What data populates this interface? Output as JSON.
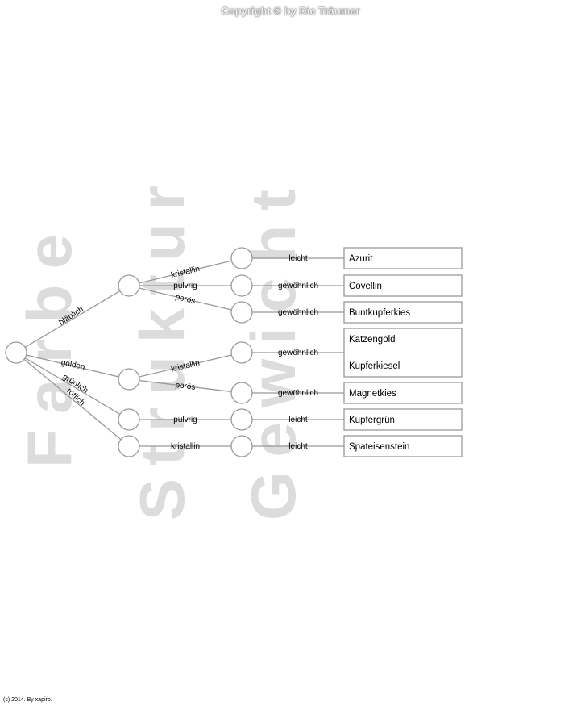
{
  "copyright": "Copyright © by Die Träumer",
  "footer": "(c) 2014. By xapiro.",
  "watermarks": [
    "Farbe",
    "Struktur",
    "Gewicht"
  ],
  "level1_edges": [
    "bläulich",
    "golden",
    "grünlich",
    "rötlich"
  ],
  "level2_edges": [
    "kristallin",
    "pulvrig",
    "porös",
    "kristallin",
    "porös",
    "pulvrig",
    "kristallin"
  ],
  "level3_edges": [
    "leicht",
    "gewöhnlich",
    "gewöhnlich",
    "gewöhnlich",
    "gewöhnlich",
    "leicht",
    "leicht"
  ],
  "results": [
    [
      "Azurit"
    ],
    [
      "Covellin"
    ],
    [
      "Buntkupferkies"
    ],
    [
      "Katzengold",
      "Kupferkiesel"
    ],
    [
      "Magnetkies"
    ],
    [
      "Kupfergrün"
    ],
    [
      "Spateisenstein"
    ]
  ]
}
